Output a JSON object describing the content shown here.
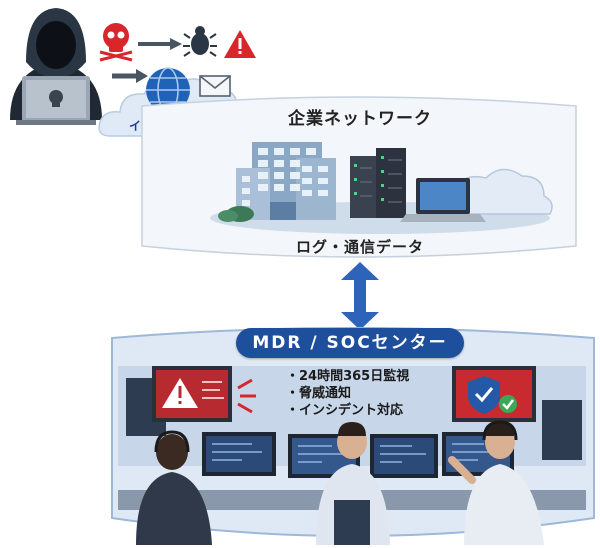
{
  "threat": {
    "internet_label": "インターネット",
    "icons": [
      "hacker-icon",
      "skull-icon",
      "bug-icon",
      "warning-icon",
      "globe-icon",
      "mail-icon"
    ]
  },
  "corporate": {
    "title": "企業ネットワーク",
    "subtitle": "ログ・通信データ"
  },
  "soc": {
    "title": "MDR / SOCセンター",
    "services": [
      "・24時間365日監視",
      "・脅威通知",
      "・インシデント対応"
    ]
  },
  "colors": {
    "soc_header": "#1e4f9c",
    "alert_red": "#d8262b",
    "link_blue": "#2d63b8",
    "panel_fill": "#f3f6fa"
  }
}
